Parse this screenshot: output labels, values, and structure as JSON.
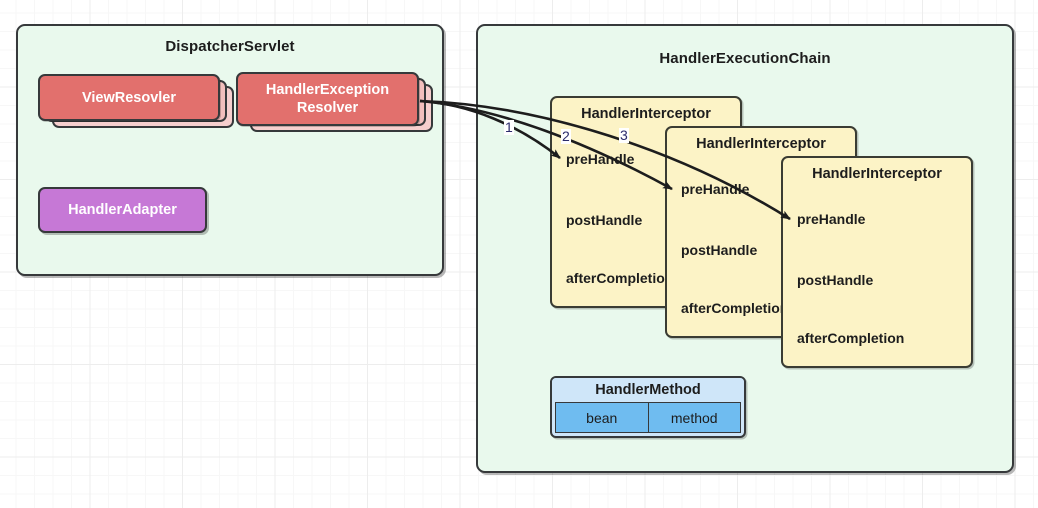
{
  "diagram": {
    "title_visible": false,
    "background": {
      "grid": true,
      "minor_color": "#f7f7f7",
      "major_color": "#ededed"
    },
    "colors": {
      "panel_fill": "#e9f9ed",
      "panel_border": "#36393b",
      "resolver_fill": "#e2706d",
      "resolver_stack_fill": "#f2bfbd",
      "adapter_fill": "#c678d6",
      "interceptor_fill": "#fcf3c6",
      "interceptor_border": "#3a3c33",
      "handler_method_header": "#cfe6f9",
      "handler_method_cell": "#6fbcf0",
      "arrow_color": "#1d1d1d",
      "label_color": "#2b2b6b"
    }
  },
  "panels": [
    {
      "id": "dispatcher-servlet",
      "title": "DispatcherServlet"
    },
    {
      "id": "handler-execution-chain",
      "title": "HandlerExecutionChain"
    }
  ],
  "dispatcher": {
    "title": "DispatcherServlet",
    "components": [
      {
        "id": "view-resolver",
        "label": "ViewResovler",
        "style": "stacked",
        "color": "#e2706d"
      },
      {
        "id": "handler-exception-resolver",
        "label": "HandlerException Resolver",
        "line1": "HandlerException",
        "line2": "Resolver",
        "style": "stacked",
        "color": "#e2706d"
      },
      {
        "id": "handler-adapter",
        "label": "HandlerAdapter",
        "style": "solid",
        "color": "#c678d6"
      }
    ]
  },
  "chain": {
    "title": "HandlerExecutionChain",
    "interceptors": [
      {
        "id": "interceptor-1",
        "title": "HandlerInterceptor",
        "methods": [
          "preHandle",
          "postHandle",
          "afterCompletion"
        ]
      },
      {
        "id": "interceptor-2",
        "title": "HandlerInterceptor",
        "methods": [
          "preHandle",
          "postHandle",
          "afterCompletion"
        ]
      },
      {
        "id": "interceptor-3",
        "title": "HandlerInterceptor",
        "methods": [
          "preHandle",
          "postHandle",
          "afterCompletion"
        ]
      }
    ],
    "handler_method": {
      "title": "HandlerMethod",
      "columns": [
        "bean",
        "method"
      ]
    }
  },
  "edges": [
    {
      "id": "edge-1",
      "label": "1",
      "from": "handler-exception-resolver",
      "to": "interceptor-1.preHandle"
    },
    {
      "id": "edge-2",
      "label": "2",
      "from": "handler-exception-resolver",
      "to": "interceptor-2.preHandle"
    },
    {
      "id": "edge-3",
      "label": "3",
      "from": "handler-exception-resolver",
      "to": "interceptor-3.preHandle"
    }
  ]
}
